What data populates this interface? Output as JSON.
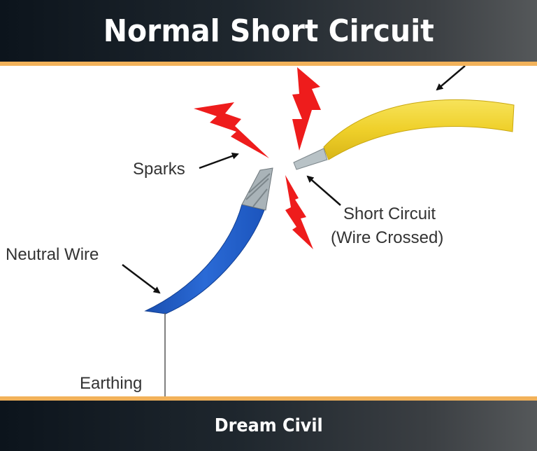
{
  "header": {
    "title": "Normal Short Circuit"
  },
  "footer": {
    "brand": "Dream Civil"
  },
  "diagram": {
    "labels": {
      "sparks": "Sparks",
      "short_circuit_line1": "Short Circuit",
      "short_circuit_line2": "(Wire Crossed)",
      "neutral_wire": "Neutral Wire",
      "earthing": "Earthing"
    },
    "colors": {
      "spark": "#ee1c1c",
      "live_wire": "#f0d12c",
      "neutral_wire": "#1f5fc8",
      "conductor": "#a9b3b8",
      "accent_strip": "#f2b25a",
      "header_bg_start": "#0c141c",
      "header_bg_end": "#55585a"
    },
    "icons": [
      "spark-icon",
      "spark-icon",
      "spark-icon",
      "arrow-icon"
    ]
  }
}
